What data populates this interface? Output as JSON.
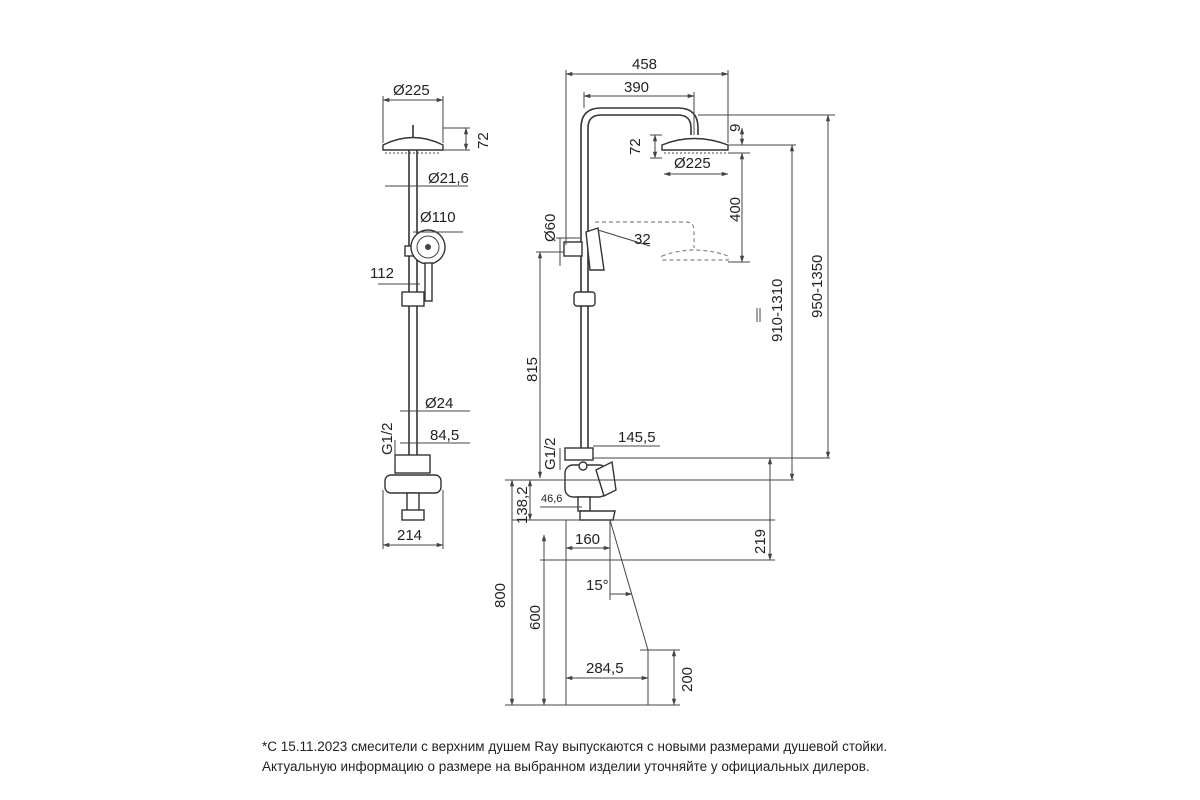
{
  "left_view": {
    "head_diameter": "Ø225",
    "head_height": "72",
    "pipe_diameter": "Ø21,6",
    "hand_shower_diameter": "Ø110",
    "bracket_offset": "112",
    "lower_pipe_diameter": "Ø24",
    "thread": "G1/2",
    "connection_offset": "84,5",
    "mixer_width": "214"
  },
  "right_view": {
    "total_reach": "458",
    "arm_reach": "390",
    "head_height": "72",
    "head_gap": "9",
    "head_diameter": "Ø225",
    "head_drop": "400",
    "holder_diameter": "Ø60",
    "arm_angle": "32",
    "adjust_range": "910-1310",
    "height_range": "950-1350",
    "holder_height": "815",
    "thread": "G1/2",
    "spout_offset": "145,5",
    "wall_offset": "46,6",
    "body_height": "138,2",
    "spout_drop": "219",
    "spout_reach": "160",
    "spout_angle": "15°",
    "floor_height": "800",
    "spout_floor": "600",
    "tub_distance": "284,5",
    "tub_height": "200"
  },
  "footnote": {
    "line1": "*С 15.11.2023 смесители с верхним душем Ray выпускаются с новыми размерами душевой стойки.",
    "line2": "Актуальную информацию о размере на выбранном изделии уточняйте у официальных дилеров."
  }
}
